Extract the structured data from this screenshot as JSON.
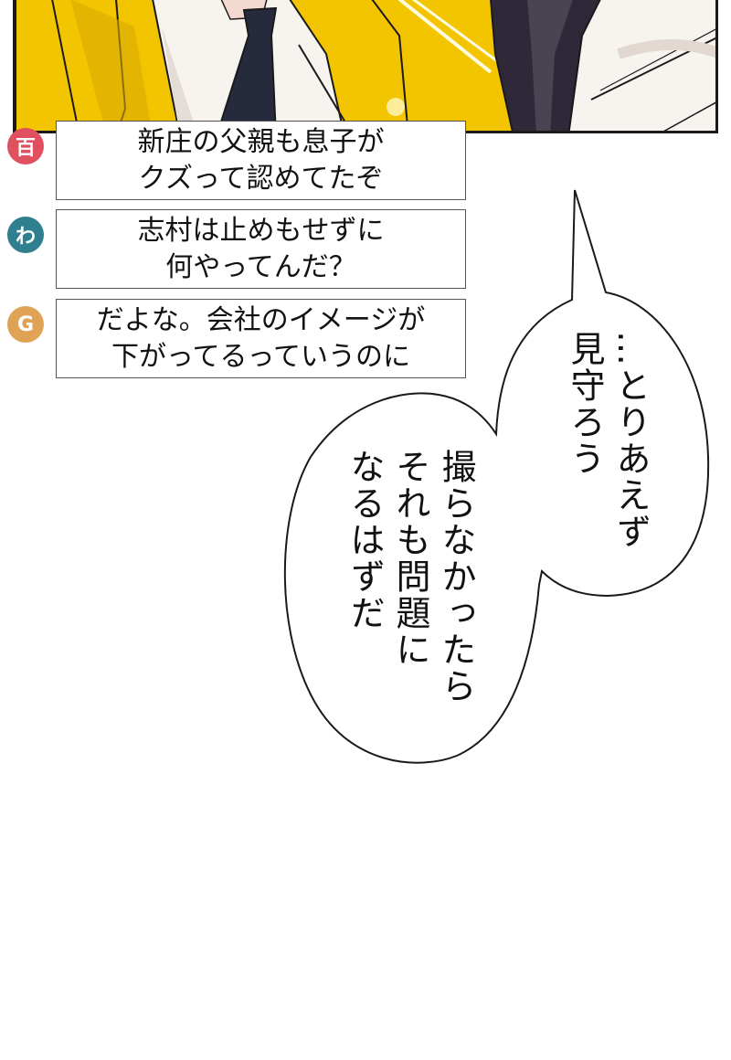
{
  "panel": {
    "description": "Comic panel: characters in yellow jackets, one with white shirt and navy necktie, dark-haired figure on right",
    "colors": {
      "jacket_yellow": "#f2c500",
      "jacket_shadow": "#d9a800",
      "shirt": "#f7f3ee",
      "tie": "#262a3d",
      "dark_hair": "#2e2838",
      "frame": "#1a1a1a"
    }
  },
  "comments": [
    {
      "avatar_label": "百",
      "avatar_color": "#e0505e",
      "lines": [
        "新庄の父親も息子が",
        "クズって認めてたぞ"
      ]
    },
    {
      "avatar_label": "わ",
      "avatar_color": "#2f7f8e",
      "lines": [
        "志村は止めもせずに",
        "何やってんだ？"
      ]
    },
    {
      "avatar_label": "G",
      "avatar_color": "#e0a355",
      "lines": [
        "だよな。会社のイメージが",
        "下がってるっていうのに"
      ]
    }
  ],
  "speech_bubbles": [
    {
      "columns": [
        "…とりあえず",
        "見守ろう"
      ]
    },
    {
      "columns": [
        "撮らなかったら",
        "それも問題に",
        "なるはずだ"
      ]
    }
  ]
}
